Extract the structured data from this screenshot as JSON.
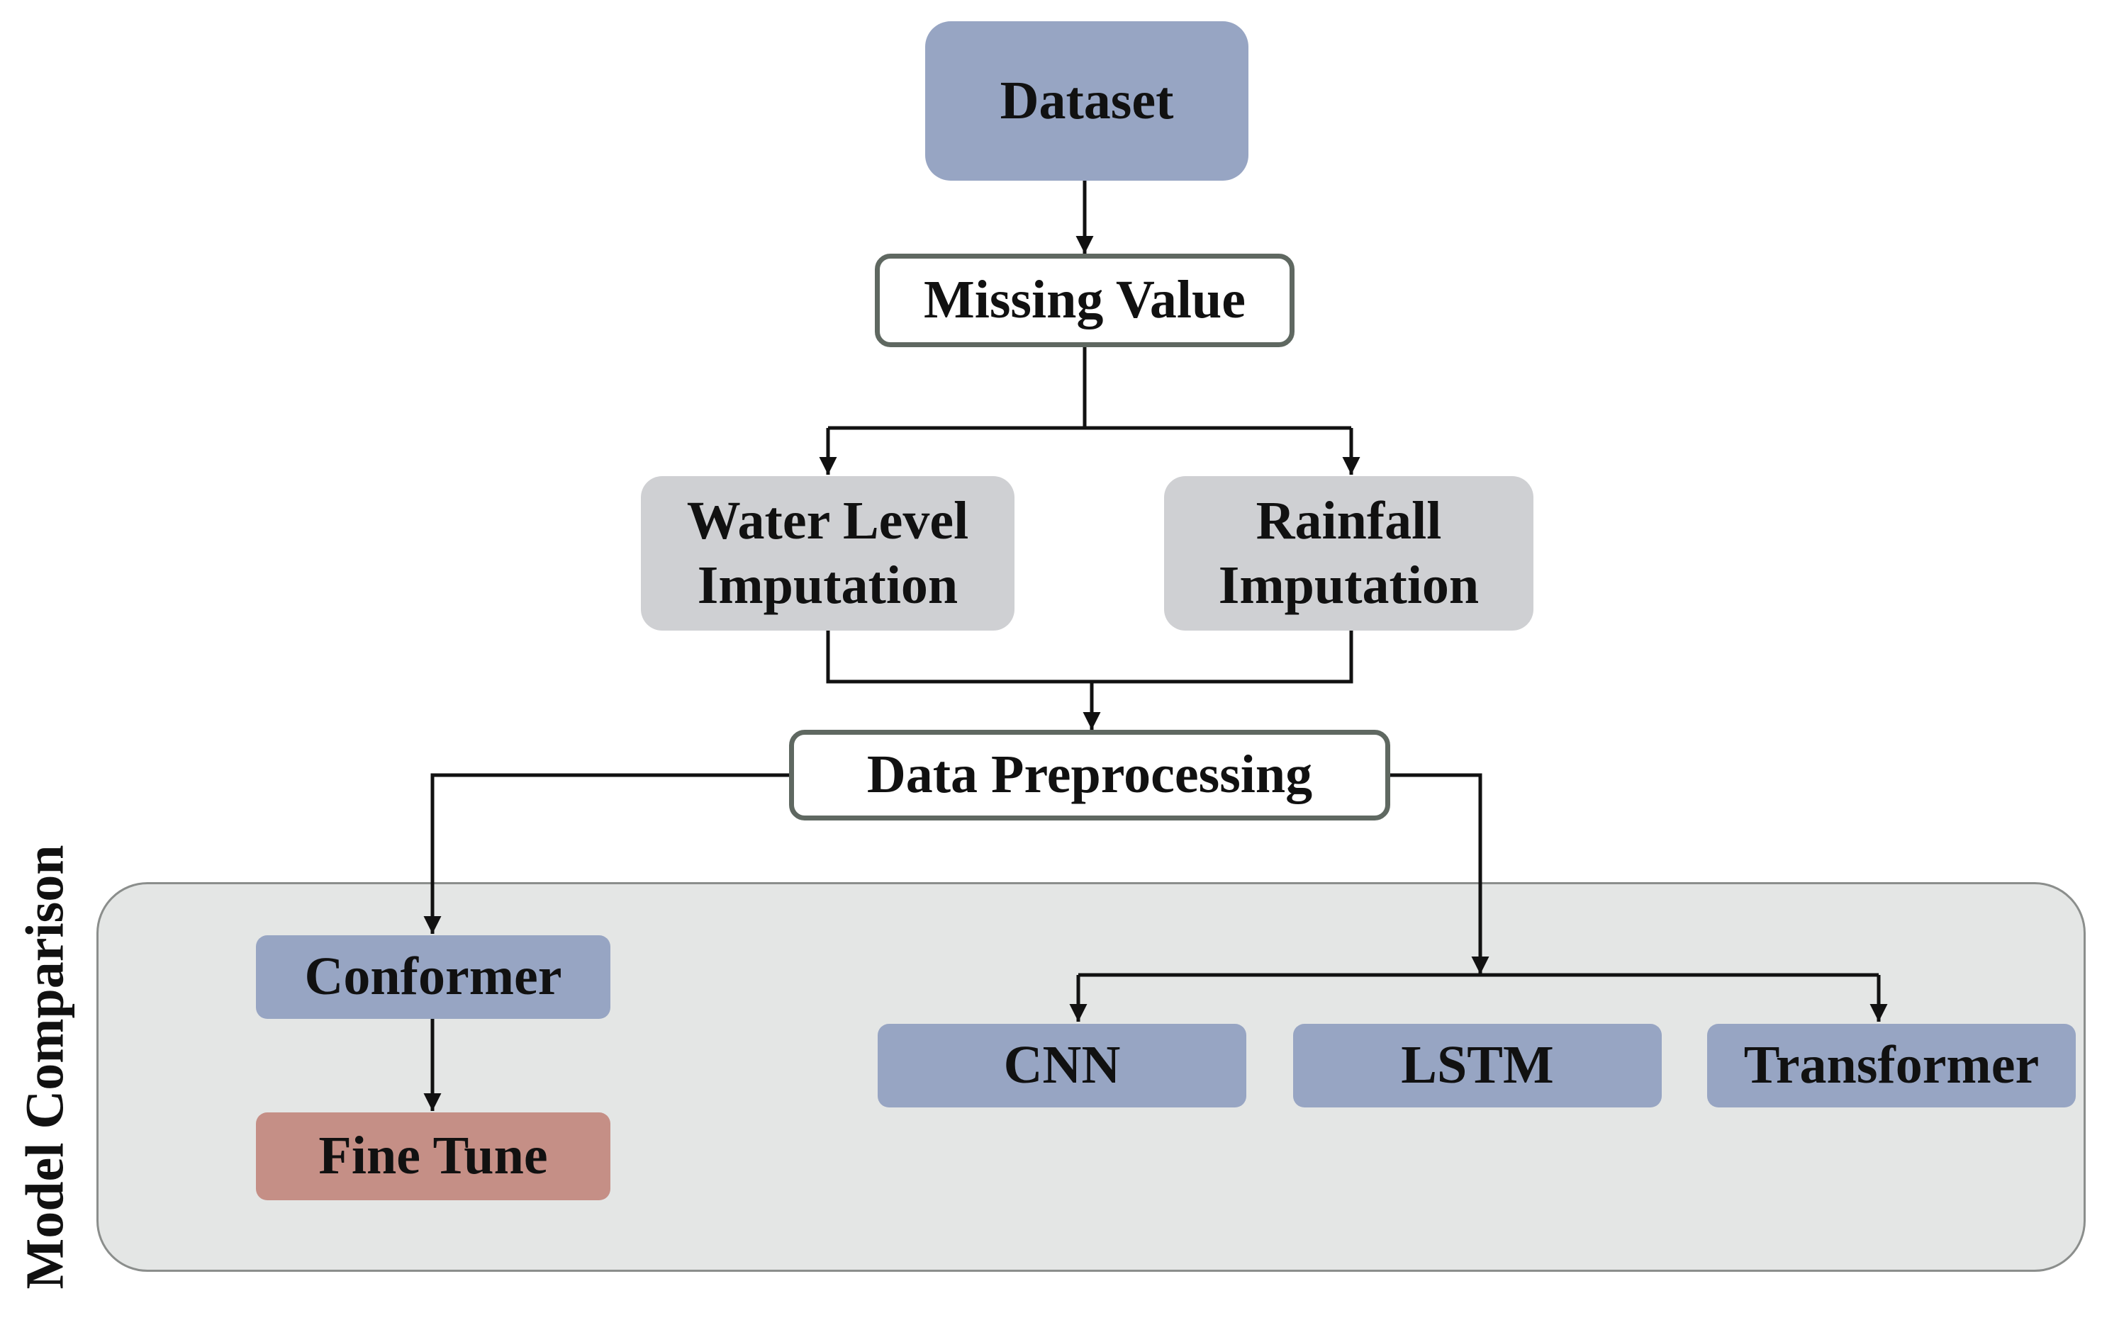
{
  "nodes": {
    "dataset": "Dataset",
    "missing_value": "Missing Value",
    "water_level_line1": "Water Level",
    "water_level_line2": "Imputation",
    "rainfall_line1": "Rainfall",
    "rainfall_line2": "Imputation",
    "data_preprocessing": "Data Preprocessing",
    "conformer": "Conformer",
    "fine_tune": "Fine Tune",
    "cnn": "CNN",
    "lstm": "LSTM",
    "transformer": "Transformer"
  },
  "group": {
    "label": "Model Comparison"
  },
  "colors": {
    "blue_node": "#97a5c3",
    "grey_node": "#cfd0d3",
    "red_node": "#c58f86",
    "outline_border": "#5f6861",
    "group_background": "#e4e6e5",
    "connector": "#111111"
  }
}
